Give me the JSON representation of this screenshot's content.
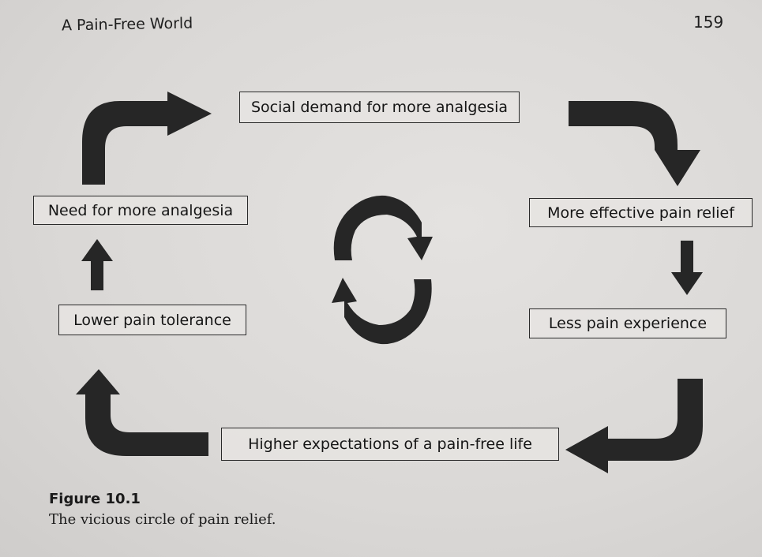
{
  "header": {
    "title": "A Pain-Free World",
    "page_number": "159"
  },
  "diagram": {
    "nodes": [
      {
        "id": "social",
        "label": "Social demand for more analgesia"
      },
      {
        "id": "effective",
        "label": "More effective pain relief"
      },
      {
        "id": "less",
        "label": "Less pain experience"
      },
      {
        "id": "higher",
        "label": "Higher expectations of a pain-free life"
      },
      {
        "id": "lower",
        "label": "Lower pain tolerance"
      },
      {
        "id": "need",
        "label": "Need for more analgesia"
      }
    ],
    "edges": [
      {
        "from": "social",
        "to": "effective"
      },
      {
        "from": "effective",
        "to": "less"
      },
      {
        "from": "less",
        "to": "higher"
      },
      {
        "from": "higher",
        "to": "lower"
      },
      {
        "from": "lower",
        "to": "need"
      },
      {
        "from": "need",
        "to": "social"
      }
    ],
    "arrow_color": "#262626"
  },
  "figure": {
    "label": "Figure 10.1",
    "caption": "The vicious circle of pain relief."
  }
}
